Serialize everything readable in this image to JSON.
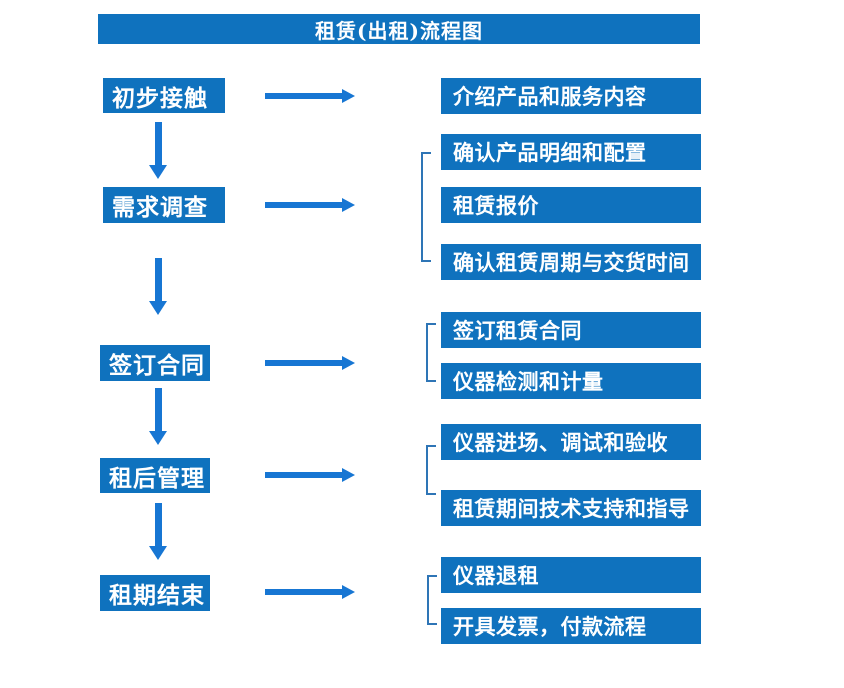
{
  "title": "租赁(出租)流程图",
  "colors": {
    "box_blue": "#0f72be",
    "arrow_blue": "#1776d3",
    "bracket_blue": "#2e75b6",
    "text_white": "#ffffff"
  },
  "stages": [
    {
      "label": "初步接触",
      "details": [
        "介绍产品和服务内容"
      ]
    },
    {
      "label": "需求调查",
      "details": [
        "确认产品明细和配置",
        "租赁报价",
        "确认租赁周期与交货时间"
      ]
    },
    {
      "label": "签订合同",
      "details": [
        "签订租赁合同",
        "仪器检测和计量"
      ]
    },
    {
      "label": "租后管理",
      "details": [
        "仪器进场、调试和验收",
        "租赁期间技术支持和指导"
      ]
    },
    {
      "label": "租期结束",
      "details": [
        "仪器退租",
        "开具发票，付款流程"
      ]
    }
  ]
}
